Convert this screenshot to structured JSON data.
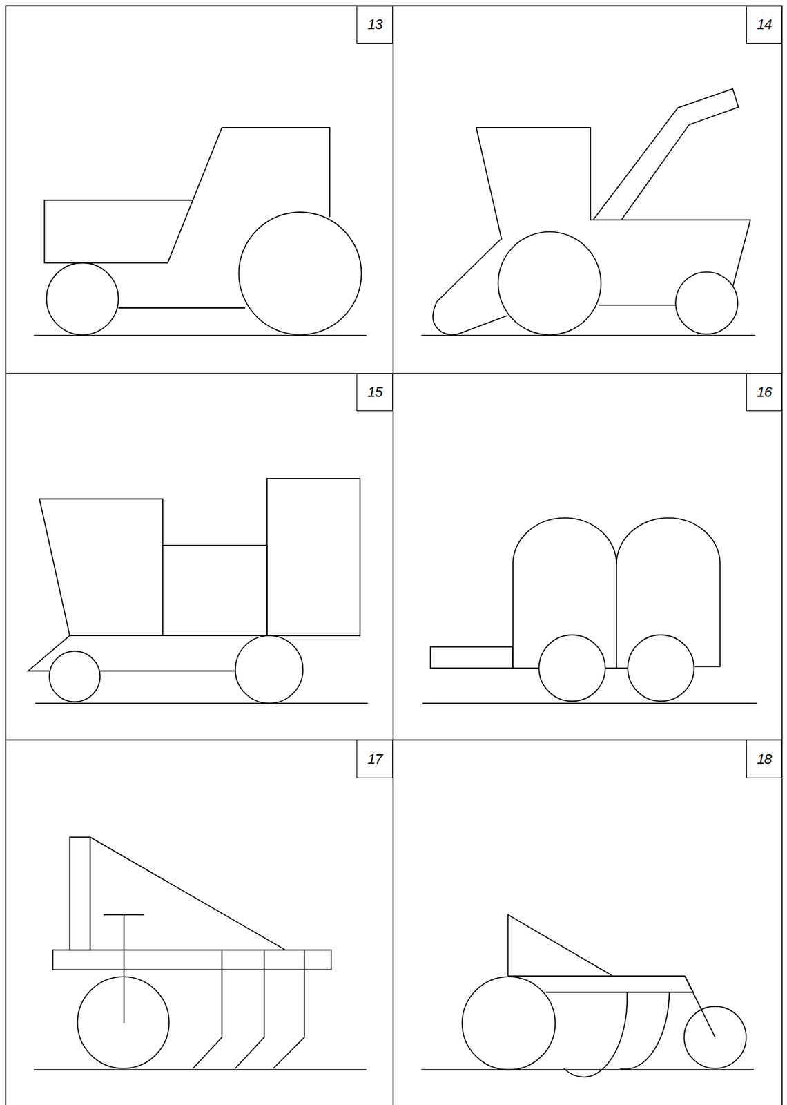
{
  "diagram": {
    "nodes": [
      {
        "text": [
          "13"
        ]
      },
      {
        "text": [
          "14"
        ]
      },
      {
        "text": [
          "15"
        ]
      },
      {
        "text": [
          "16"
        ]
      },
      {
        "text": [
          "17"
        ]
      },
      {
        "text": [
          "18"
        ]
      }
    ]
  }
}
